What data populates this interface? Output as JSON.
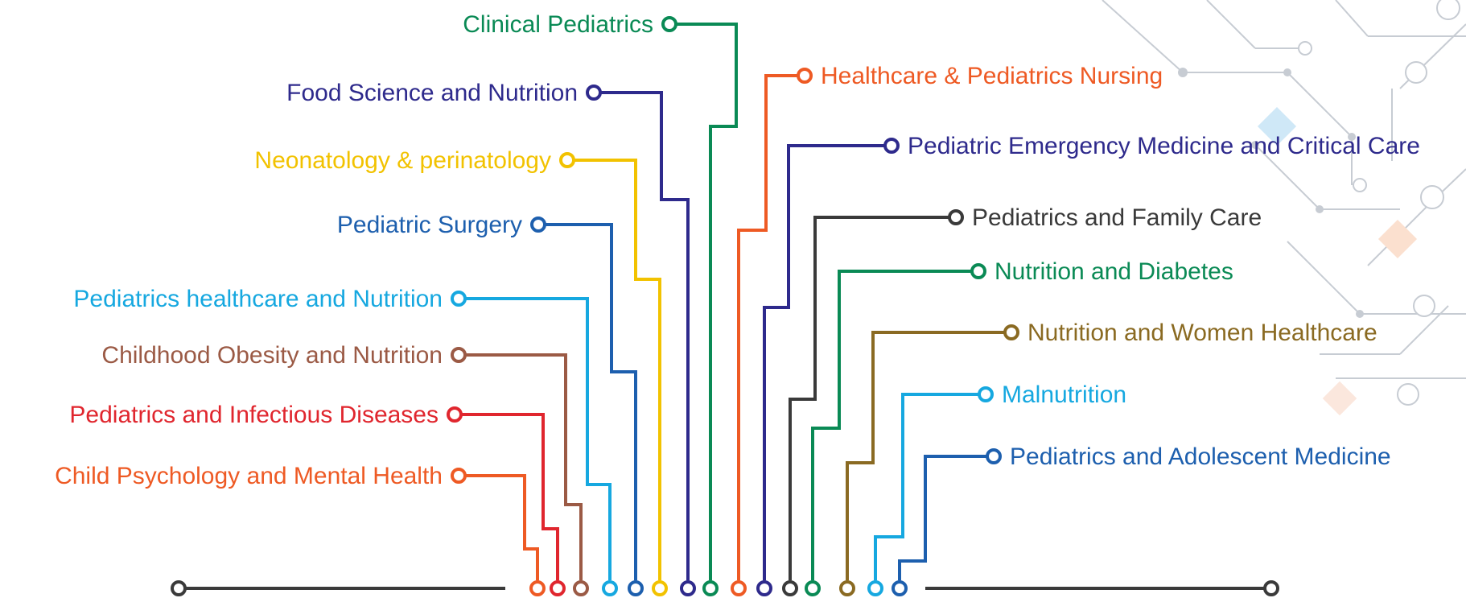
{
  "topics": [
    {
      "label": "Clinical Pediatrics",
      "color": "#0a8a55"
    },
    {
      "label": "Food Science and Nutrition",
      "color": "#2e2a8c"
    },
    {
      "label": "Neonatology & perinatology",
      "color": "#f2c200"
    },
    {
      "label": "Pediatric Surgery",
      "color": "#1d5fae"
    },
    {
      "label": "Pediatrics healthcare and Nutrition",
      "color": "#16a8e0"
    },
    {
      "label": "Childhood Obesity and Nutrition",
      "color": "#9b5a45"
    },
    {
      "label": "Pediatrics and Infectious Diseases",
      "color": "#e0262e"
    },
    {
      "label": "Child Psychology and Mental Health",
      "color": "#ee5a24"
    },
    {
      "label": "Healthcare & Pediatrics Nursing",
      "color": "#ee5a24"
    },
    {
      "label": "Pediatric Emergency Medicine and Critical Care",
      "color": "#2e2a8c"
    },
    {
      "label": "Pediatrics and Family Care",
      "color": "#3a3a3a"
    },
    {
      "label": "Nutrition and Diabetes",
      "color": "#0a8a55"
    },
    {
      "label": "Nutrition and Women Healthcare",
      "color": "#8a6a22"
    },
    {
      "label": "Malnutrition",
      "color": "#16a8e0"
    },
    {
      "label": "Pediatrics and Adolescent Medicine",
      "color": "#1d5fae"
    }
  ],
  "baseline_color": "#3a3a3a"
}
